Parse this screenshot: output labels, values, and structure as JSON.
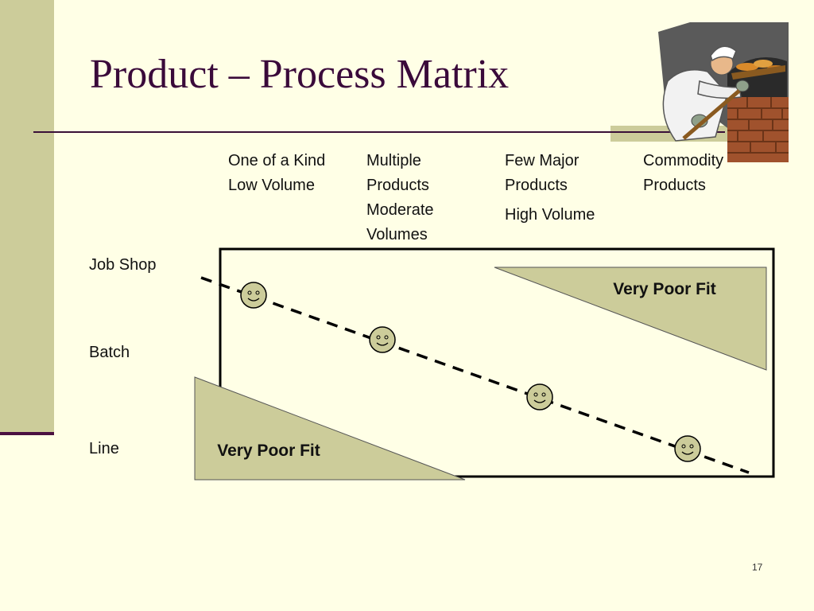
{
  "slide": {
    "title": "Product – Process Matrix",
    "slide_number": "17"
  },
  "columns": [
    {
      "lines": [
        "One of a Kind",
        "Low Volume"
      ]
    },
    {
      "lines": [
        "Multiple",
        "Products",
        "Moderate",
        "Volumes"
      ]
    },
    {
      "lines": [
        "Few Major",
        "Products",
        "High Volume"
      ]
    },
    {
      "lines": [
        "Commodity",
        "Products"
      ]
    }
  ],
  "rows": [
    {
      "label": "Job Shop"
    },
    {
      "label": "Batch"
    },
    {
      "label": "Line"
    }
  ],
  "regions": {
    "upper_right_label": "Very Poor Fit",
    "lower_left_label": "Very Poor Fit"
  },
  "diagonal": {
    "marker_icon": "smiley-face-icon",
    "marker_count": 4
  },
  "clipart": {
    "icon": "baker-at-oven-icon"
  },
  "colors": {
    "background": "#ffffe6",
    "accent_olive": "#cccc9a",
    "title": "#3a0a3a",
    "smiley_fill": "#cccc9a"
  }
}
